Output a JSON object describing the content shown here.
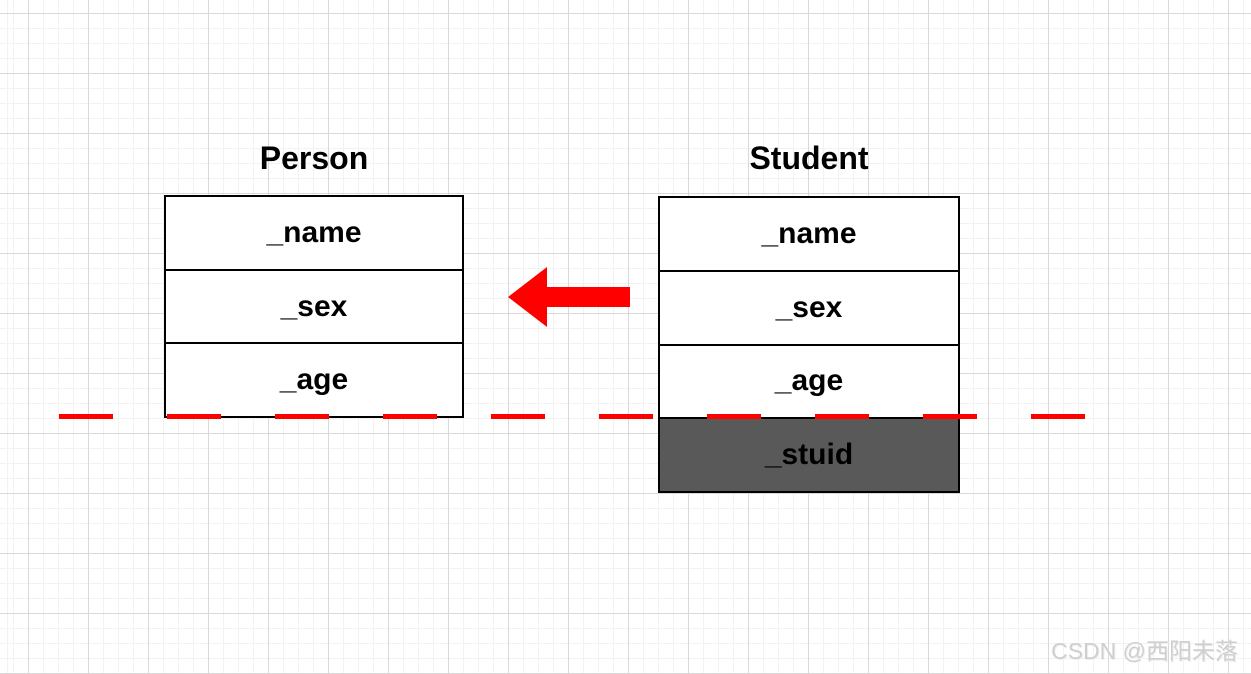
{
  "diagram": {
    "person": {
      "title": "Person",
      "fields": [
        "_name",
        "_sex",
        "_age"
      ]
    },
    "student": {
      "title": "Student",
      "fields": [
        "_name",
        "_sex",
        "_age",
        "_stuid"
      ],
      "highlighted_field": "_stuid"
    },
    "arrow": {
      "direction": "left",
      "meaning": "student-to-person"
    },
    "slice_line": {
      "style": "dashed",
      "meaning": "slicing-boundary"
    },
    "colors": {
      "accent_red": "#ff0000",
      "field_bg": "#ffffff",
      "highlight_bg": "#595959",
      "border": "#000000",
      "grid_major": "#d9d9d9",
      "grid_minor": "#f2f2f2"
    }
  },
  "watermark": {
    "text": "CSDN @西阳未落"
  }
}
